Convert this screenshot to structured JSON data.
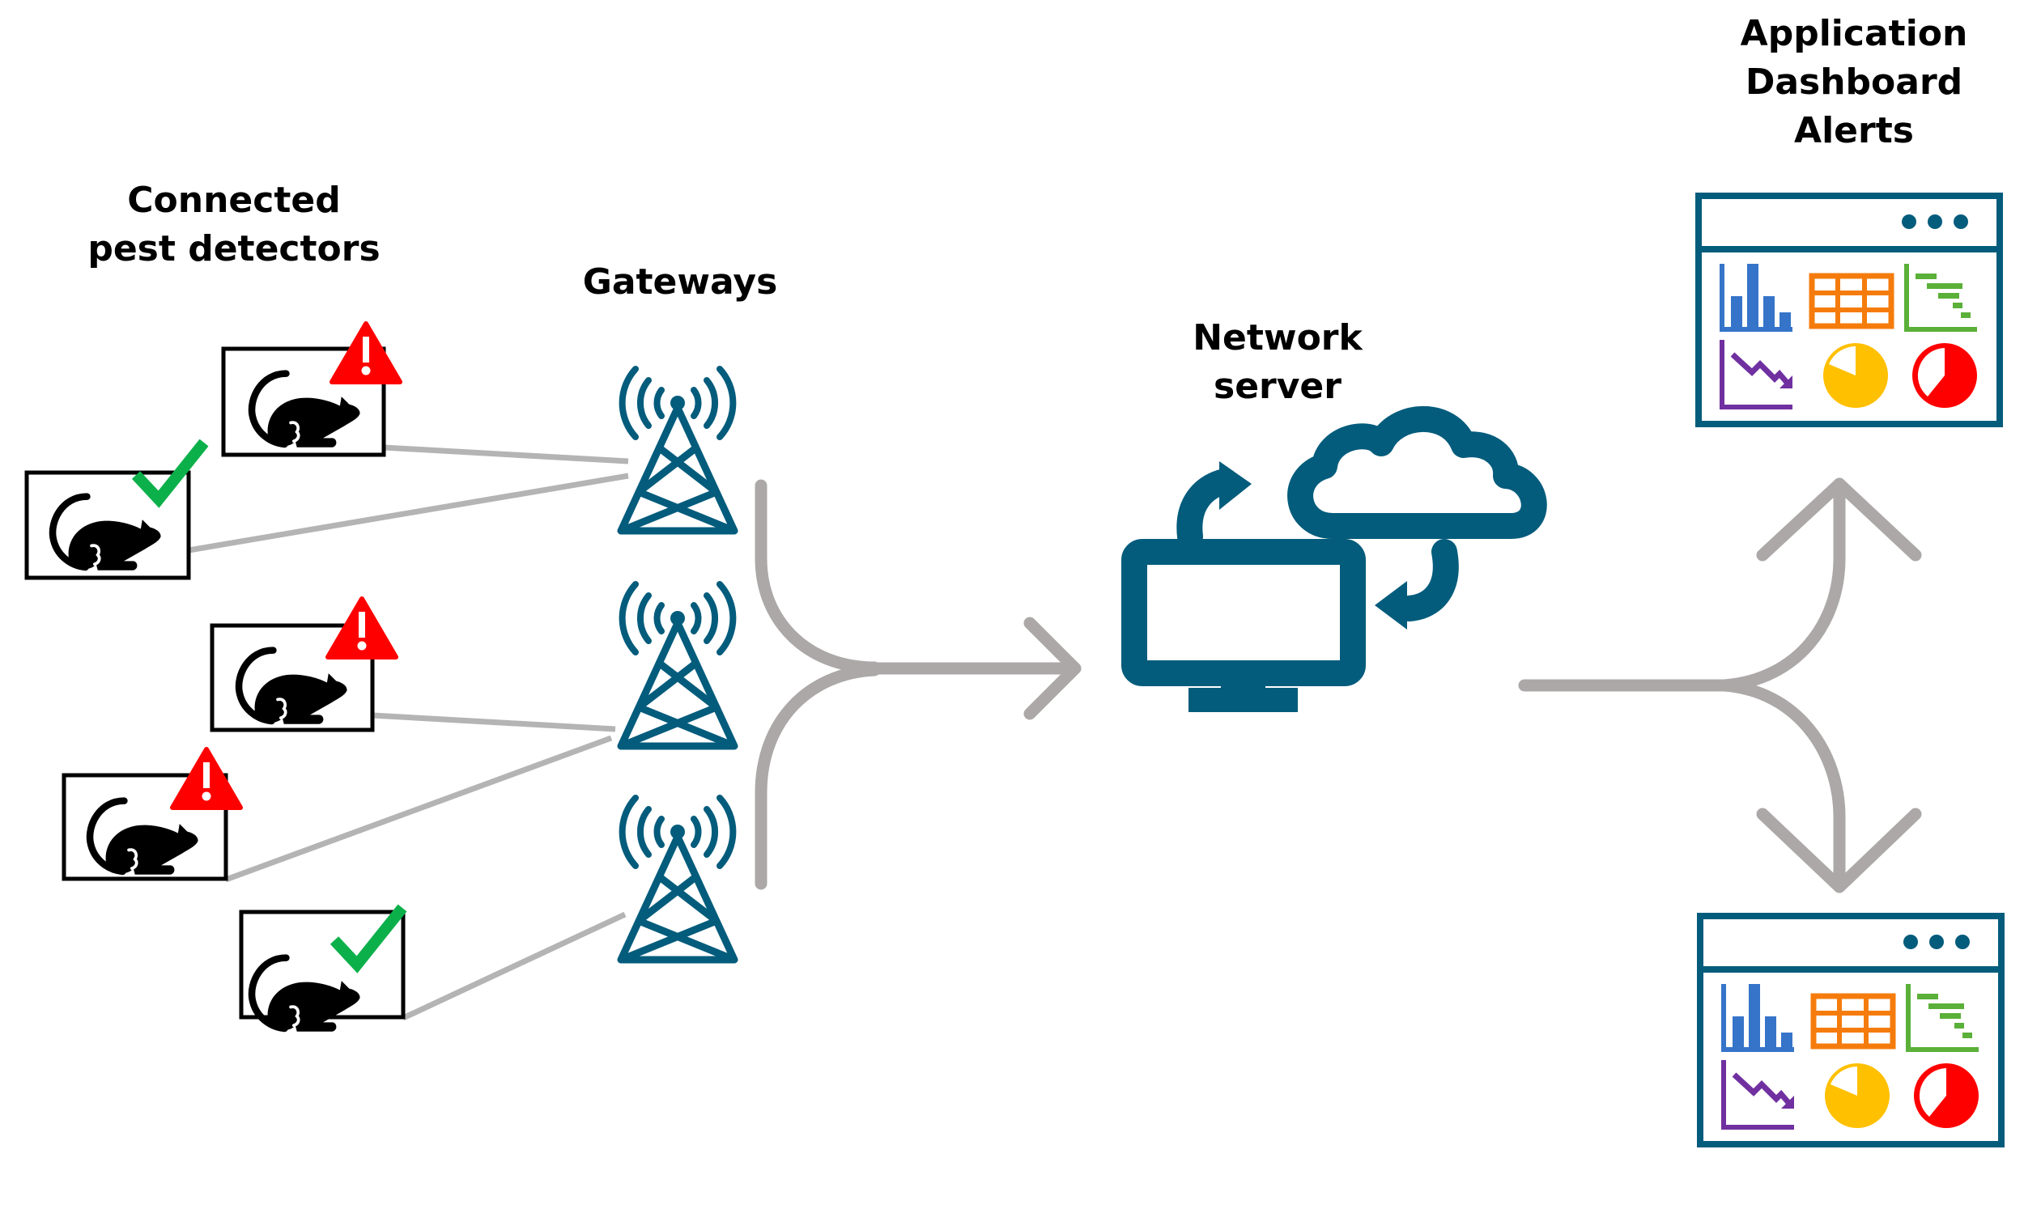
{
  "title": "IoT pest detection network",
  "labels": {
    "detectors": [
      "Connected",
      "pest detectors"
    ],
    "gateways": [
      "Gateways"
    ],
    "server": [
      "Network",
      "server"
    ],
    "application": [
      "Application",
      "Dashboard",
      "Alerts"
    ]
  },
  "colors": {
    "teal": "#045c7c",
    "connector_grey": "#b4b4b4",
    "arrow_grey": "#aca8a8",
    "alert_red": "#ff0000",
    "ok_green": "#0cb04a",
    "bar_blue": "#3574c9",
    "table_orange": "#f57c0c",
    "gantt_green": "#5ab038",
    "trend_purple": "#7030a0",
    "pie_yellow": "#ffc000",
    "pie_red": "#ff0000"
  },
  "detectors": [
    {
      "id": "detector-1",
      "icon": "rat-icon",
      "status": "ok",
      "status_icon": "checkmark-icon",
      "gateway": 1
    },
    {
      "id": "detector-2",
      "icon": "rat-icon",
      "status": "alert",
      "status_icon": "warning-icon",
      "gateway": 1
    },
    {
      "id": "detector-3",
      "icon": "rat-icon",
      "status": "alert",
      "status_icon": "warning-icon",
      "gateway": 2
    },
    {
      "id": "detector-4",
      "icon": "rat-icon",
      "status": "alert",
      "status_icon": "warning-icon",
      "gateway": 2
    },
    {
      "id": "detector-5",
      "icon": "rat-icon",
      "status": "ok",
      "status_icon": "checkmark-icon",
      "gateway": 3
    }
  ],
  "gateways": [
    {
      "id": "gateway-1",
      "icon": "cell-tower-icon"
    },
    {
      "id": "gateway-2",
      "icon": "cell-tower-icon"
    },
    {
      "id": "gateway-3",
      "icon": "cell-tower-icon"
    }
  ],
  "server": {
    "icons": [
      "monitor-icon",
      "cloud-icon",
      "sync-arrows-icon"
    ]
  },
  "dashboards": [
    {
      "id": "dashboard-1",
      "menu_icon": "more-dots-icon",
      "widgets": [
        "bar-chart-icon",
        "table-icon",
        "gantt-chart-icon",
        "trend-down-icon",
        "pie-chart-icon",
        "pie-chart-icon"
      ]
    },
    {
      "id": "dashboard-2",
      "menu_icon": "more-dots-icon",
      "widgets": [
        "bar-chart-icon",
        "table-icon",
        "gantt-chart-icon",
        "trend-down-icon",
        "pie-chart-icon",
        "pie-chart-icon"
      ]
    }
  ]
}
